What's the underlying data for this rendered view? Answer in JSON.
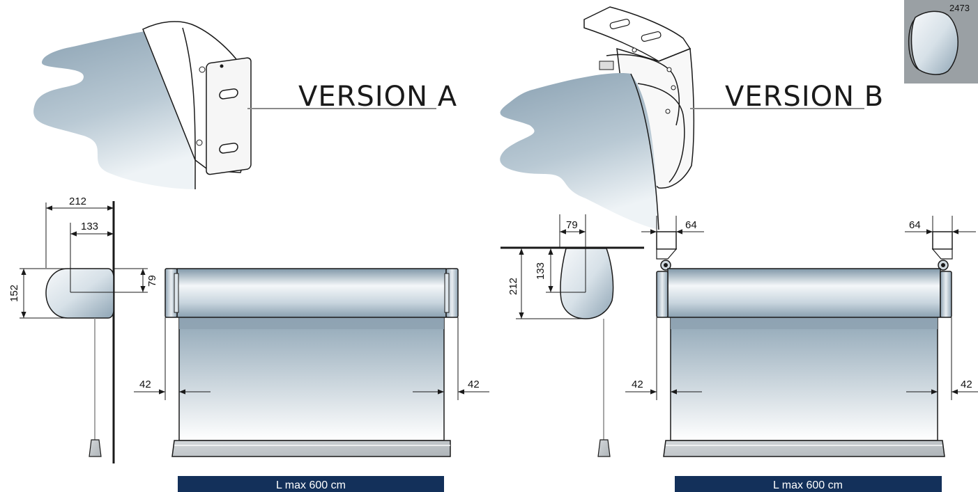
{
  "versions": {
    "a": {
      "label": "VERSION A"
    },
    "b": {
      "label": "VERSION B"
    }
  },
  "product_code": "2473",
  "dimensions": {
    "a": {
      "depth_total": "212",
      "depth_axis": "133",
      "height_total": "152",
      "height_axis": "79",
      "margin_left": "42",
      "margin_right": "42"
    },
    "b": {
      "depth_axis": "79",
      "height_total": "212",
      "height_axis": "133",
      "bracket_left": "64",
      "bracket_right": "64",
      "margin_left": "42",
      "margin_right": "42"
    }
  },
  "width_bar": {
    "a": "L max 600 cm",
    "b": "L max 600 cm"
  },
  "colors": {
    "bar": "#13305a",
    "fabric_top": "#8aa2b3",
    "fabric_bottom": "#ffffff",
    "line": "#1a1a1a"
  }
}
